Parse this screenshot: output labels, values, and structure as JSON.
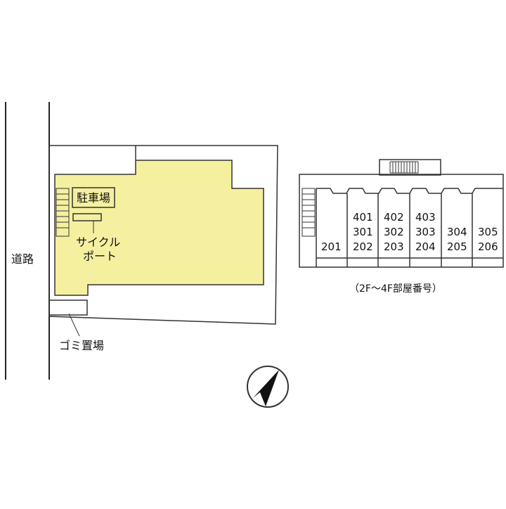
{
  "site_plan": {
    "road_label": "道路",
    "parking_label": "駐車場",
    "bicycle_label_line1": "サイクル",
    "bicycle_label_line2": "ポート",
    "garbage_label": "ゴミ置場",
    "site_fill_color": "#f5f0a0"
  },
  "floor_plan": {
    "caption": "（2F～4F部屋番号）",
    "units": [
      {
        "lines": [
          "",
          "",
          "201"
        ]
      },
      {
        "lines": [
          "401",
          "301",
          "202"
        ]
      },
      {
        "lines": [
          "402",
          "302",
          "203"
        ]
      },
      {
        "lines": [
          "403",
          "303",
          "204"
        ]
      },
      {
        "lines": [
          "",
          "304",
          "205"
        ]
      },
      {
        "lines": [
          "",
          "305",
          "206"
        ]
      }
    ]
  },
  "compass": {
    "icon": "north-arrow-icon"
  }
}
